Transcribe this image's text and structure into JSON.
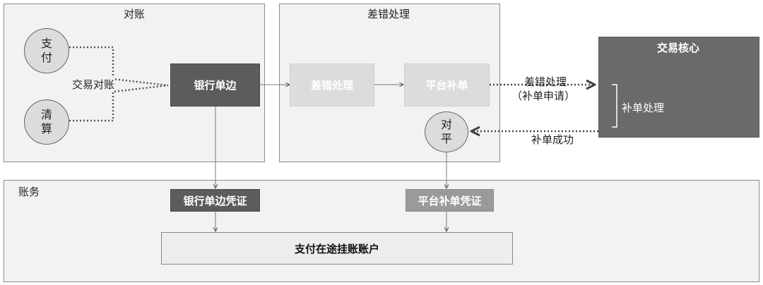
{
  "panels": {
    "reconcile_title": "对账",
    "error_title": "差错处理",
    "accounting_title": "账务",
    "core_title": "交易核心"
  },
  "nodes": {
    "pay": "支付",
    "clear": "清算",
    "trade_reconcile": "交易对账",
    "bank_single": "银行单边",
    "error_handling": "差错处理",
    "platform_supplement": "平台补单",
    "balance": "对平",
    "bank_voucher": "银行单边凭证",
    "platform_voucher": "平台补单凭证",
    "suspense_account": "支付在途挂账账户",
    "supplement_processing": "补单处理"
  },
  "edge_labels": {
    "request_line1": "差错处理",
    "request_line2": "（补单申请）",
    "success": "补单成功"
  }
}
